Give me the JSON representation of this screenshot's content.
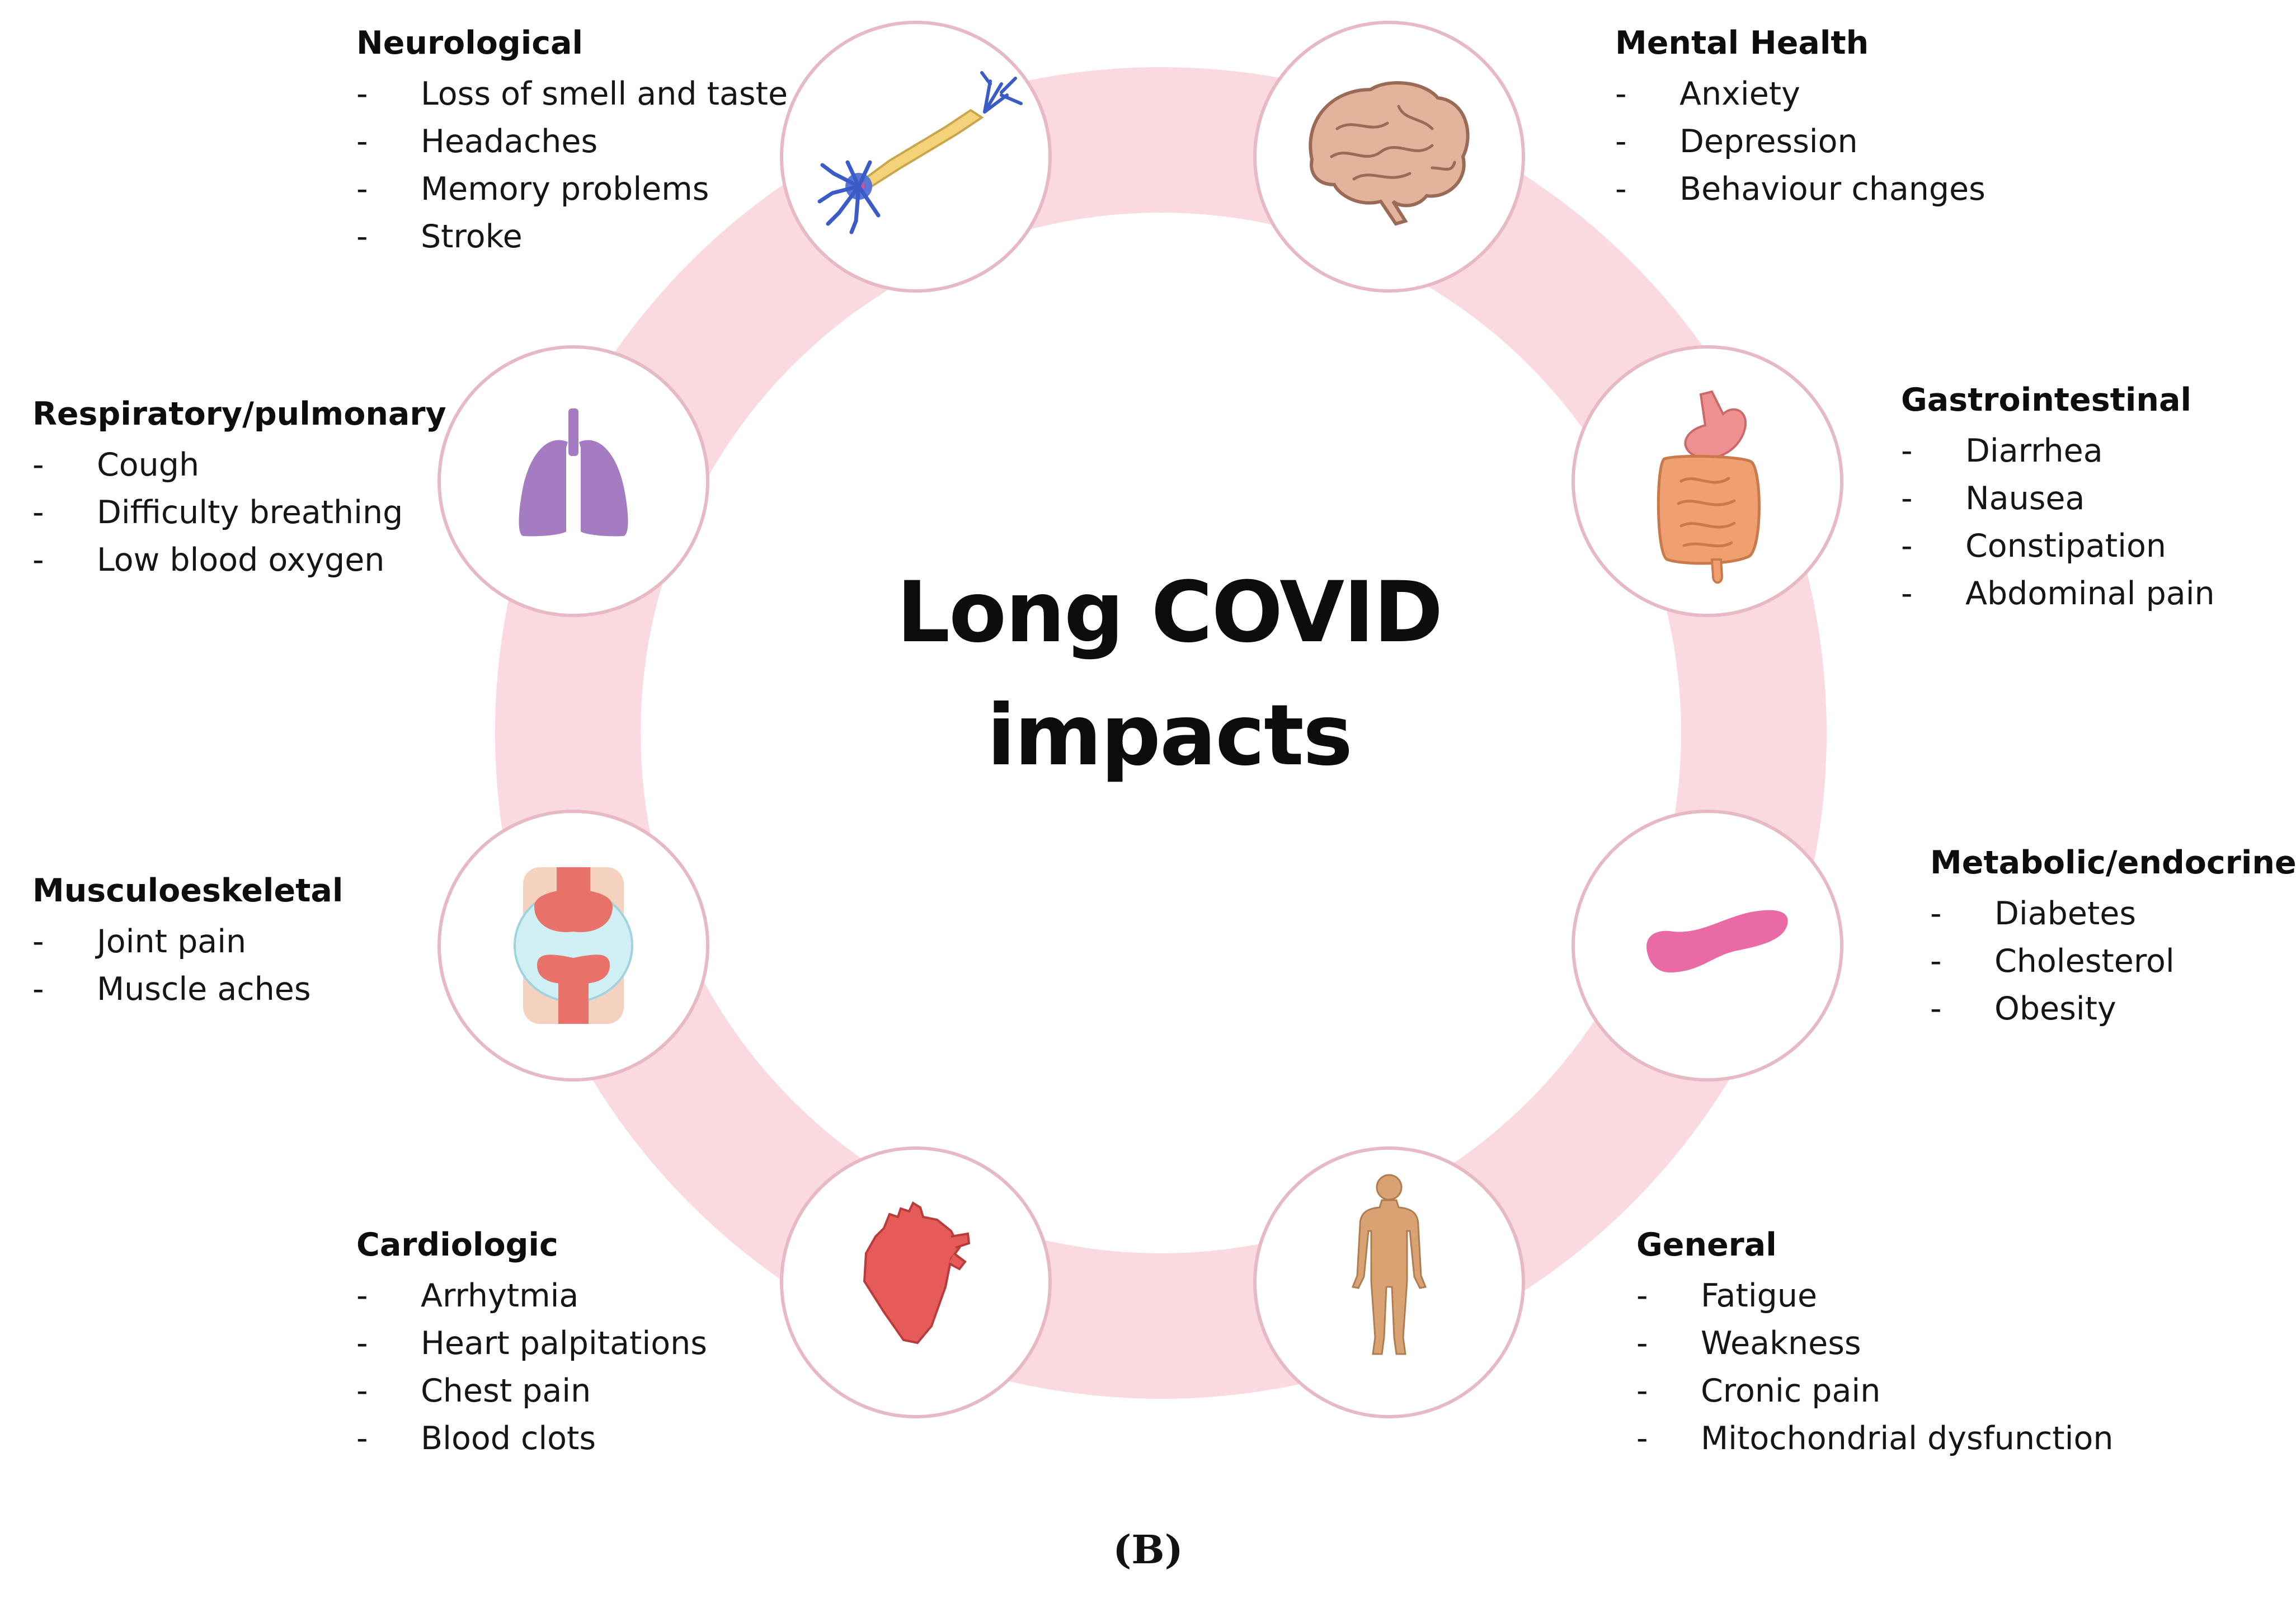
{
  "center_title": {
    "line1": "Long COVID",
    "line2": "impacts"
  },
  "groups": [
    {
      "key": "neurological",
      "title": "Neurological",
      "icon": "neuron-icon",
      "items": [
        "Loss of smell and taste",
        "Headaches",
        "Memory problems",
        "Stroke"
      ]
    },
    {
      "key": "mental-health",
      "title": "Mental Health",
      "icon": "brain-icon",
      "items": [
        "Anxiety",
        "Depression",
        "Behaviour changes"
      ]
    },
    {
      "key": "gastrointestinal",
      "title": "Gastrointestinal",
      "icon": "digestive-system-icon",
      "items": [
        "Diarrhea",
        "Nausea",
        "Constipation",
        "Abdominal pain"
      ]
    },
    {
      "key": "metabolic-endocrine",
      "title": "Metabolic/endocrine",
      "icon": "pancreas-icon",
      "items": [
        "Diabetes",
        "Cholesterol",
        "Obesity"
      ]
    },
    {
      "key": "general",
      "title": "General",
      "icon": "human-body-icon",
      "items": [
        "Fatigue",
        "Weakness",
        "Cronic pain",
        "Mitochondrial dysfunction"
      ]
    },
    {
      "key": "cardiologic",
      "title": "Cardiologic",
      "icon": "heart-icon",
      "items": [
        "Arrhytmia",
        "Heart palpitations",
        "Chest pain",
        "Blood clots"
      ]
    },
    {
      "key": "musculoskeletal",
      "title": "Musculoeskeletal",
      "icon": "knee-joint-icon",
      "items": [
        "Joint pain",
        "Muscle aches"
      ]
    },
    {
      "key": "respiratory",
      "title": "Respiratory/pulmonary",
      "icon": "lungs-icon",
      "items": [
        "Cough",
        "Difficulty breathing",
        "Low blood oxygen"
      ]
    }
  ],
  "colors": {
    "ring": "#fad9e0",
    "node_border": "#e7b9c4",
    "neuron": "#3b5cc6",
    "brain": "#d9a48c",
    "intestine": "#f0a070",
    "stomach": "#ef8f8f",
    "pancreas": "#ea6aa6",
    "body": "#d9a273",
    "heart": "#e65a5a",
    "joint": "#e8726a",
    "lungs": "#a57bc2"
  },
  "panel_label": "(B)"
}
